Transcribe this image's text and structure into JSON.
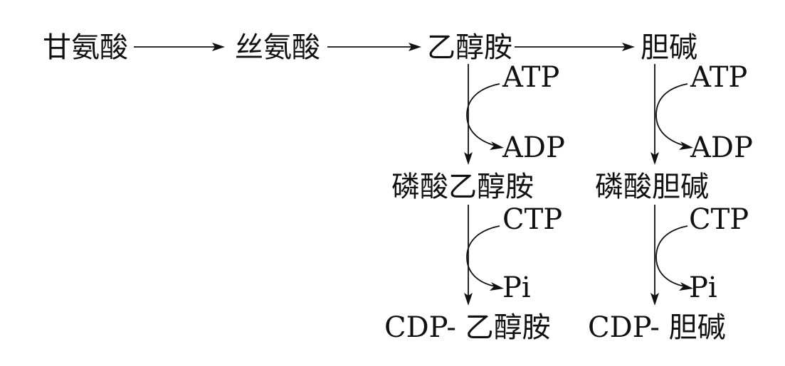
{
  "nodes": {
    "glycine": "甘氨酸",
    "serine": "丝氨酸",
    "ethanolamine": "乙醇胺",
    "choline": "胆碱",
    "phosphoethanolamine": "磷酸乙醇胺",
    "phosphocholine": "磷酸胆碱",
    "cdp_ethanolamine": "CDP- 乙醇胺",
    "cdp_choline": "CDP- 胆碱"
  },
  "cofactors": {
    "atp_left": "ATP",
    "adp_left": "ADP",
    "atp_right": "ATP",
    "adp_right": "ADP",
    "ctp_left": "CTP",
    "pi_left": "Pi",
    "ctp_right": "CTP",
    "pi_right": "Pi"
  }
}
